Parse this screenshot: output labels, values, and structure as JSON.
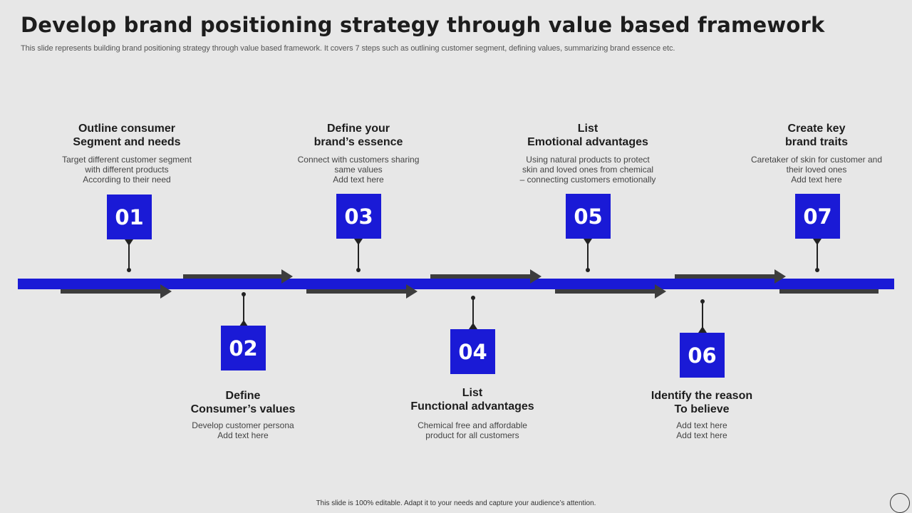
{
  "header": {
    "title": "Develop brand positioning strategy through value based framework",
    "subtitle": "This slide represents building brand positioning strategy through value based framework. It covers 7 steps such as outlining customer segment, defining values, summarizing brand essence etc."
  },
  "steps": [
    {
      "number": "01",
      "title": [
        "Outline consumer",
        "Segment and needs"
      ],
      "desc": [
        "Target different customer segment",
        "with different products",
        "According to their need"
      ]
    },
    {
      "number": "02",
      "title": [
        "Define",
        "Consumer’s values"
      ],
      "desc": [
        "Develop customer persona",
        "Add text here"
      ]
    },
    {
      "number": "03",
      "title": [
        "Define  your",
        "brand’s essence"
      ],
      "desc": [
        "Connect with customers sharing",
        "same values",
        "Add text here"
      ]
    },
    {
      "number": "04",
      "title": [
        "List",
        "Functional advantages"
      ],
      "desc": [
        "Chemical free and affordable",
        "product for all customers"
      ]
    },
    {
      "number": "05",
      "title": [
        "List",
        "Emotional advantages"
      ],
      "desc": [
        "Using  natural products to protect",
        "skin and loved ones from chemical",
        "– connecting customers emotionally"
      ]
    },
    {
      "number": "06",
      "title": [
        "Identify the reason",
        "To believe"
      ],
      "desc": [
        "Add text here",
        "Add text here"
      ]
    },
    {
      "number": "07",
      "title": [
        "Create key",
        "brand traits"
      ],
      "desc": [
        "Caretaker of skin for customer and",
        "their loved ones",
        "Add text here"
      ]
    }
  ],
  "footer": {
    "note": "This slide is 100% editable.  Adapt it to your needs and capture your audience’s attention."
  },
  "colors": {
    "accent": "#1a1ad6",
    "arrow": "#3d3d3d",
    "background": "#e7e7e7"
  }
}
